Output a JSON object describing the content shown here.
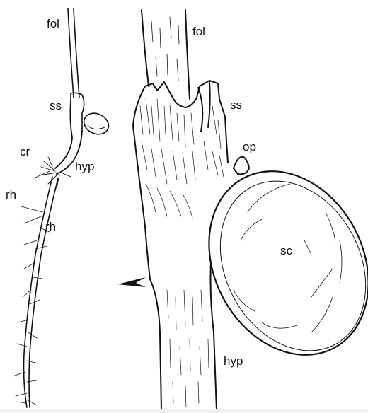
{
  "labels": {
    "fol_left": "fol",
    "ss_left": "ss",
    "cr": "cr",
    "hyp_left": "hyp",
    "rh_1": "rh",
    "rh_2": "rh",
    "fol_right": "fol",
    "ss_right": "ss",
    "op": "op",
    "sc": "sc",
    "hyp_right": "hyp"
  },
  "colors": {
    "ink": "#111111",
    "background": "#ffffff"
  },
  "icons": {
    "pointer": "arrowhead-icon"
  }
}
